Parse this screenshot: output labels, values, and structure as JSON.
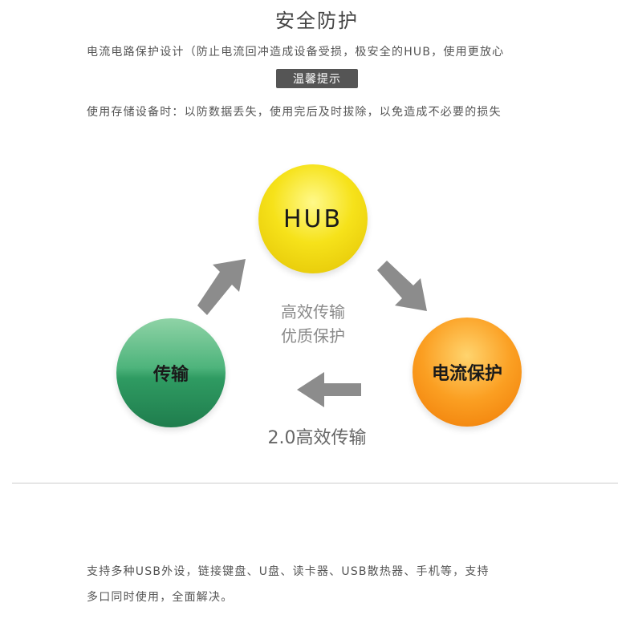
{
  "section": {
    "title": "安全防护",
    "line1": "电流电路保护设计（防止电流回冲造成设备受损，极安全的HUB，使用更放心",
    "tip_button": "温馨提示",
    "line2": "使用存储设备时：以防数据丢失，使用完后及时拔除，以免造成不必要的损失"
  },
  "diagram": {
    "top_node": "HUB",
    "left_node": "传输",
    "right_node": "电流保护",
    "center_line1": "高效传输",
    "center_line2": "优质保护",
    "bottom_label": "2.0高效传输",
    "colors": {
      "hub": "#f6e21a",
      "transfer": "#3aa56b",
      "protect": "#f88c12",
      "arrow": "#8c8c8c"
    }
  },
  "description": {
    "line1": "支持多种USB外设，链接键盘、U盘、读卡器、USB散热器、手机等，支持",
    "line2": "多口同时使用，全面解决。"
  }
}
